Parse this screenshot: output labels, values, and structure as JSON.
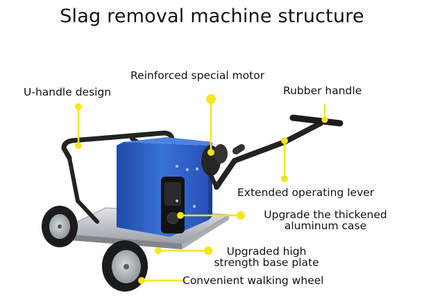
{
  "title": "Slag removal machine structure",
  "labels": {
    "u_handle": "U-handle design",
    "motor": "Reinforced special motor",
    "rubber_handle": "Rubber handle",
    "lever": "Extended operating lever",
    "case_line1": "Upgrade the thickened",
    "case_line2": "aluminum case",
    "base_line1": "Upgraded high",
    "base_line2": "strength base plate",
    "wheel": "Convenient walking wheel"
  },
  "colors": {
    "callout": "#f7e41d",
    "body_blue": "#2f62c8",
    "frame_dark": "#262626",
    "plate_steel": "#c9cdd2"
  }
}
